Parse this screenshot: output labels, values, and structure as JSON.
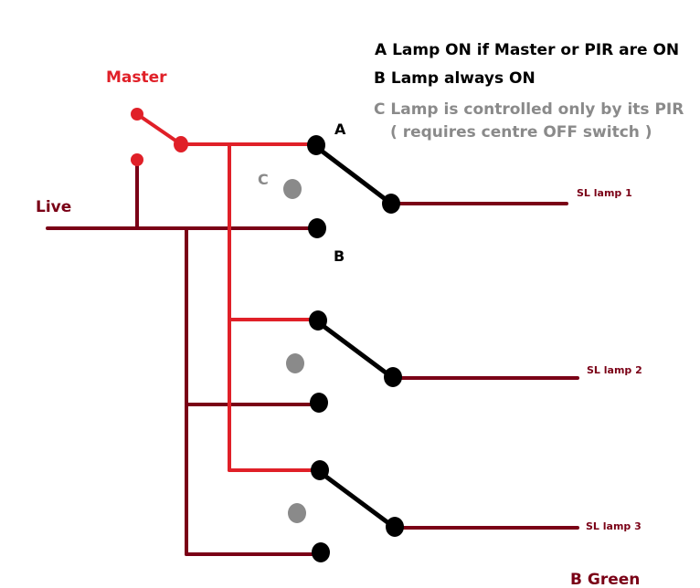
{
  "legend": {
    "line_a": "A Lamp ON if Master  or PIR are ON",
    "line_b": "B Lamp always ON",
    "line_c": "C Lamp is controlled only by its PIR",
    "line_c2": "( requires centre OFF switch )"
  },
  "labels": {
    "master": "Master",
    "live": "Live",
    "terminal_a": "A",
    "terminal_b": "B",
    "terminal_c": "C",
    "lamp_1": "SL lamp 1",
    "lamp_2": "SL lamp 2",
    "lamp_3": "SL lamp 3",
    "b_green": "B Green"
  },
  "colors": {
    "live_wire": "#7a0016",
    "master_wire": "#e02028",
    "switch": "#000000",
    "centre_off": "#8a8a8a"
  },
  "switches": [
    {
      "name": "switch-1",
      "lamp": "SL lamp 1"
    },
    {
      "name": "switch-2",
      "lamp": "SL lamp 2"
    },
    {
      "name": "switch-3",
      "lamp": "SL lamp 3"
    }
  ]
}
